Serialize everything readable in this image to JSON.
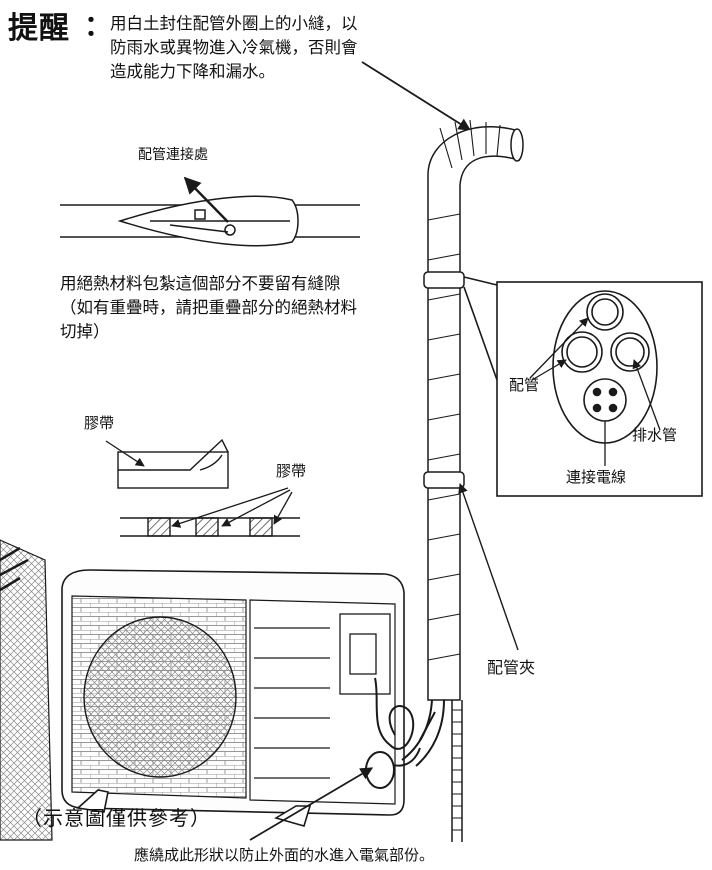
{
  "tip": {
    "heading": "提醒",
    "colon": "：",
    "body": "用白土封住配管外圈上的小縫，以防雨水或異物進入冷氣機，否則會造成能力下降和漏水。"
  },
  "labels": {
    "pipe_joint": "配管連接處",
    "insulation_note": "用絕熱材料包紮這個部分不要留有縫隙（如有重疊時，請把重疊部分的絕熱材料切掉）",
    "tape_1": "膠帶",
    "tape_2": "膠帶",
    "refrigerant_pipe": "配管",
    "drain_pipe": "排水管",
    "connecting_wire": "連接電線",
    "pipe_clamp": "配管夾"
  },
  "caption": "（示意圖僅供參考）",
  "bottom_note": "應繞成此形狀以防止外面的水進入電氣部份。",
  "colors": {
    "line": "#1a1a1a",
    "background": "#ffffff",
    "grille": "#777777"
  }
}
